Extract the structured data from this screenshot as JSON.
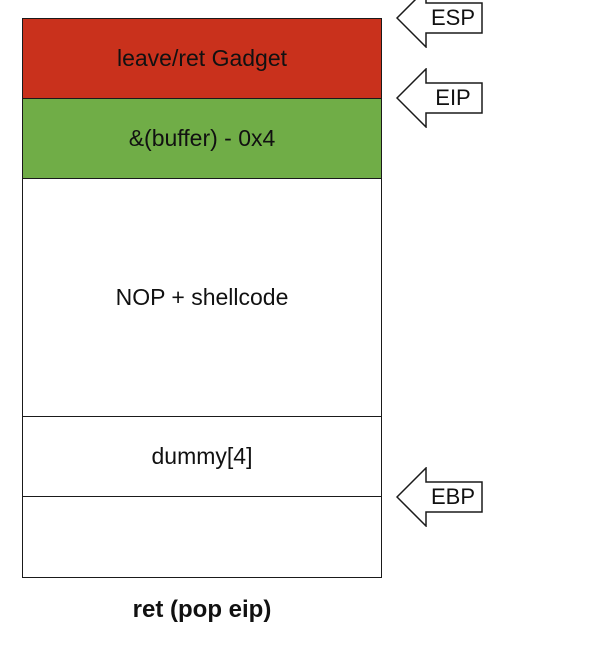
{
  "colors": {
    "gadget_fill": "#c9311c",
    "buffer_addr_fill": "#70ad47",
    "plain_fill": "#ffffff",
    "border": "#1a1a1a"
  },
  "stack": {
    "cells": [
      {
        "label": "leave/ret Gadget"
      },
      {
        "label": "&(buffer) - 0x4"
      },
      {
        "label": "NOP + shellcode"
      },
      {
        "label": "dummy[4]"
      },
      {
        "label": ""
      }
    ]
  },
  "pointers": {
    "esp": {
      "label": "ESP",
      "icon": "left-arrow-icon"
    },
    "eip": {
      "label": "EIP",
      "icon": "left-arrow-icon"
    },
    "ebp": {
      "label": "EBP",
      "icon": "left-arrow-icon"
    }
  },
  "caption": "ret (pop eip)"
}
